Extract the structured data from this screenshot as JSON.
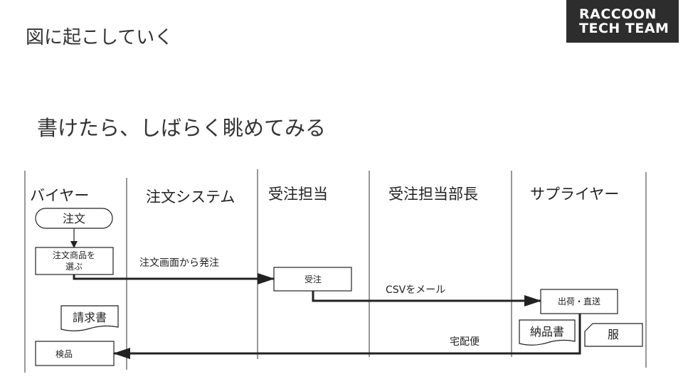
{
  "page": {
    "title": "図に起こしていく",
    "brand_line1": "RACCOON",
    "brand_line2": "TECH TEAM",
    "subtitle": "書けたら、しばらく眺めてみる"
  },
  "diagram": {
    "lanes": [
      "バイヤー",
      "注文システム",
      "受注担当",
      "受注担当部長",
      "サプライヤー"
    ],
    "nodes": {
      "order": "注文",
      "select_line1": "注文商品を",
      "select_line2": "選ぶ",
      "receive": "受注",
      "ship": "出荷・直送",
      "invoice_doc": "請求書",
      "delivery_doc": "納品書",
      "clothes": "服",
      "inspect": "検品"
    },
    "edges": {
      "order_screen": "注文画面から発注",
      "csv_mail": "CSVをメール",
      "courier": "宅配便"
    },
    "colors": {
      "line": "#222222",
      "text": "#222222",
      "lane_divider": "#333333"
    }
  }
}
